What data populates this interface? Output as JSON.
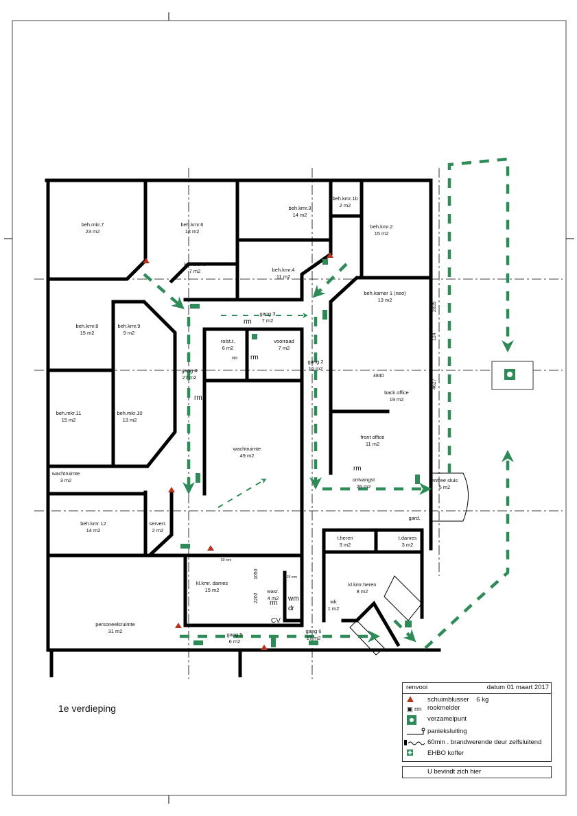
{
  "floor_title": "1e verdieping",
  "rooms": [
    {
      "name": "beh.mkr.7",
      "area": "23 m2"
    },
    {
      "name": "beh.kmr.6",
      "area": "18 m2"
    },
    {
      "name": "beh.kmr.3",
      "area": "14 m2"
    },
    {
      "name": "beh.kmr.1b",
      "area": "2 m2"
    },
    {
      "name": "beh.kmr.2",
      "area": "15 m2"
    },
    {
      "name": "kantoor 5",
      "area": "7 m2"
    },
    {
      "name": "beh.kmr.4",
      "area": "11 m2"
    },
    {
      "name": "beh.kamer 1 (neo)",
      "area": "13 m2"
    },
    {
      "name": "beh.kmr.8",
      "area": "15 m2"
    },
    {
      "name": "beh.kmr.9",
      "area": "9 m2"
    },
    {
      "name": "gang 3",
      "area": "7 m2"
    },
    {
      "name": "gang 4",
      "area": "27 m2"
    },
    {
      "name": "rolst.t.",
      "area": "6 m2"
    },
    {
      "name": "voorraad",
      "area": "7 m2"
    },
    {
      "name": "gang 2",
      "area": "16 m2"
    },
    {
      "name": "back office",
      "area": "19 m2"
    },
    {
      "name": "front office",
      "area": "11 m2"
    },
    {
      "name": "beh.mkr.11",
      "area": "15 m2"
    },
    {
      "name": "beh.mkr.10",
      "area": "13 m2"
    },
    {
      "name": "wachtruimte",
      "area": "49 m2"
    },
    {
      "name": "wachtruimte",
      "area": "3 m2"
    },
    {
      "name": "ontvangst",
      "area": "26 m2"
    },
    {
      "name": "entree sluis",
      "area": "5 m2"
    },
    {
      "name": "beh.kmr 12",
      "area": "14 m2"
    },
    {
      "name": "serverr.",
      "area": "2 m2"
    },
    {
      "name": "t.heren",
      "area": "3 m2"
    },
    {
      "name": "t.dames",
      "area": "3 m2"
    },
    {
      "name": "gard.",
      "area": ""
    },
    {
      "name": "kl.kmr. dames",
      "area": "15 m2"
    },
    {
      "name": "wasr.",
      "area": "4 m2"
    },
    {
      "name": "kl.kmr.heren",
      "area": "8 m2"
    },
    {
      "name": "wk",
      "area": "1 m2"
    },
    {
      "name": "personeelsruimte",
      "area": "31 m2"
    },
    {
      "name": "gang 5",
      "area": "6 m2"
    },
    {
      "name": "gang 6",
      "area": "17 m2"
    }
  ],
  "dimensions": [
    "2839",
    "124",
    "4627",
    "4840",
    "1050",
    "2202",
    "880",
    "50 mm",
    "125 mm"
  ],
  "fixtures": {
    "smoke_detector": "rm",
    "washing_machine": "wm",
    "dryer": "dr",
    "boiler": "CV"
  },
  "legend": {
    "title": "renvooi",
    "date": "datum 01 maart 2017",
    "items": [
      {
        "icon": "fire-extinguisher-icon",
        "symbol": "",
        "label": "schuimblusser    6 kg"
      },
      {
        "icon": "smoke-detector-icon",
        "symbol": "rm",
        "label": "rookmelder"
      },
      {
        "icon": "assembly-point-icon",
        "symbol": "",
        "label": "verzamelpunt"
      },
      {
        "icon": "panic-lock-icon",
        "symbol": "",
        "label": "panieksluiting"
      },
      {
        "icon": "fire-door-icon",
        "symbol": "",
        "label": "60min . brandwerende deur zelfsluitend"
      },
      {
        "icon": "first-aid-kit-icon",
        "symbol": "",
        "label": "EHBO koffer"
      }
    ],
    "you_are_here": "U bevindt zich hier"
  },
  "colors": {
    "route": "#2e8b57",
    "extinguisher": "#b5341f",
    "wall": "#000000"
  }
}
